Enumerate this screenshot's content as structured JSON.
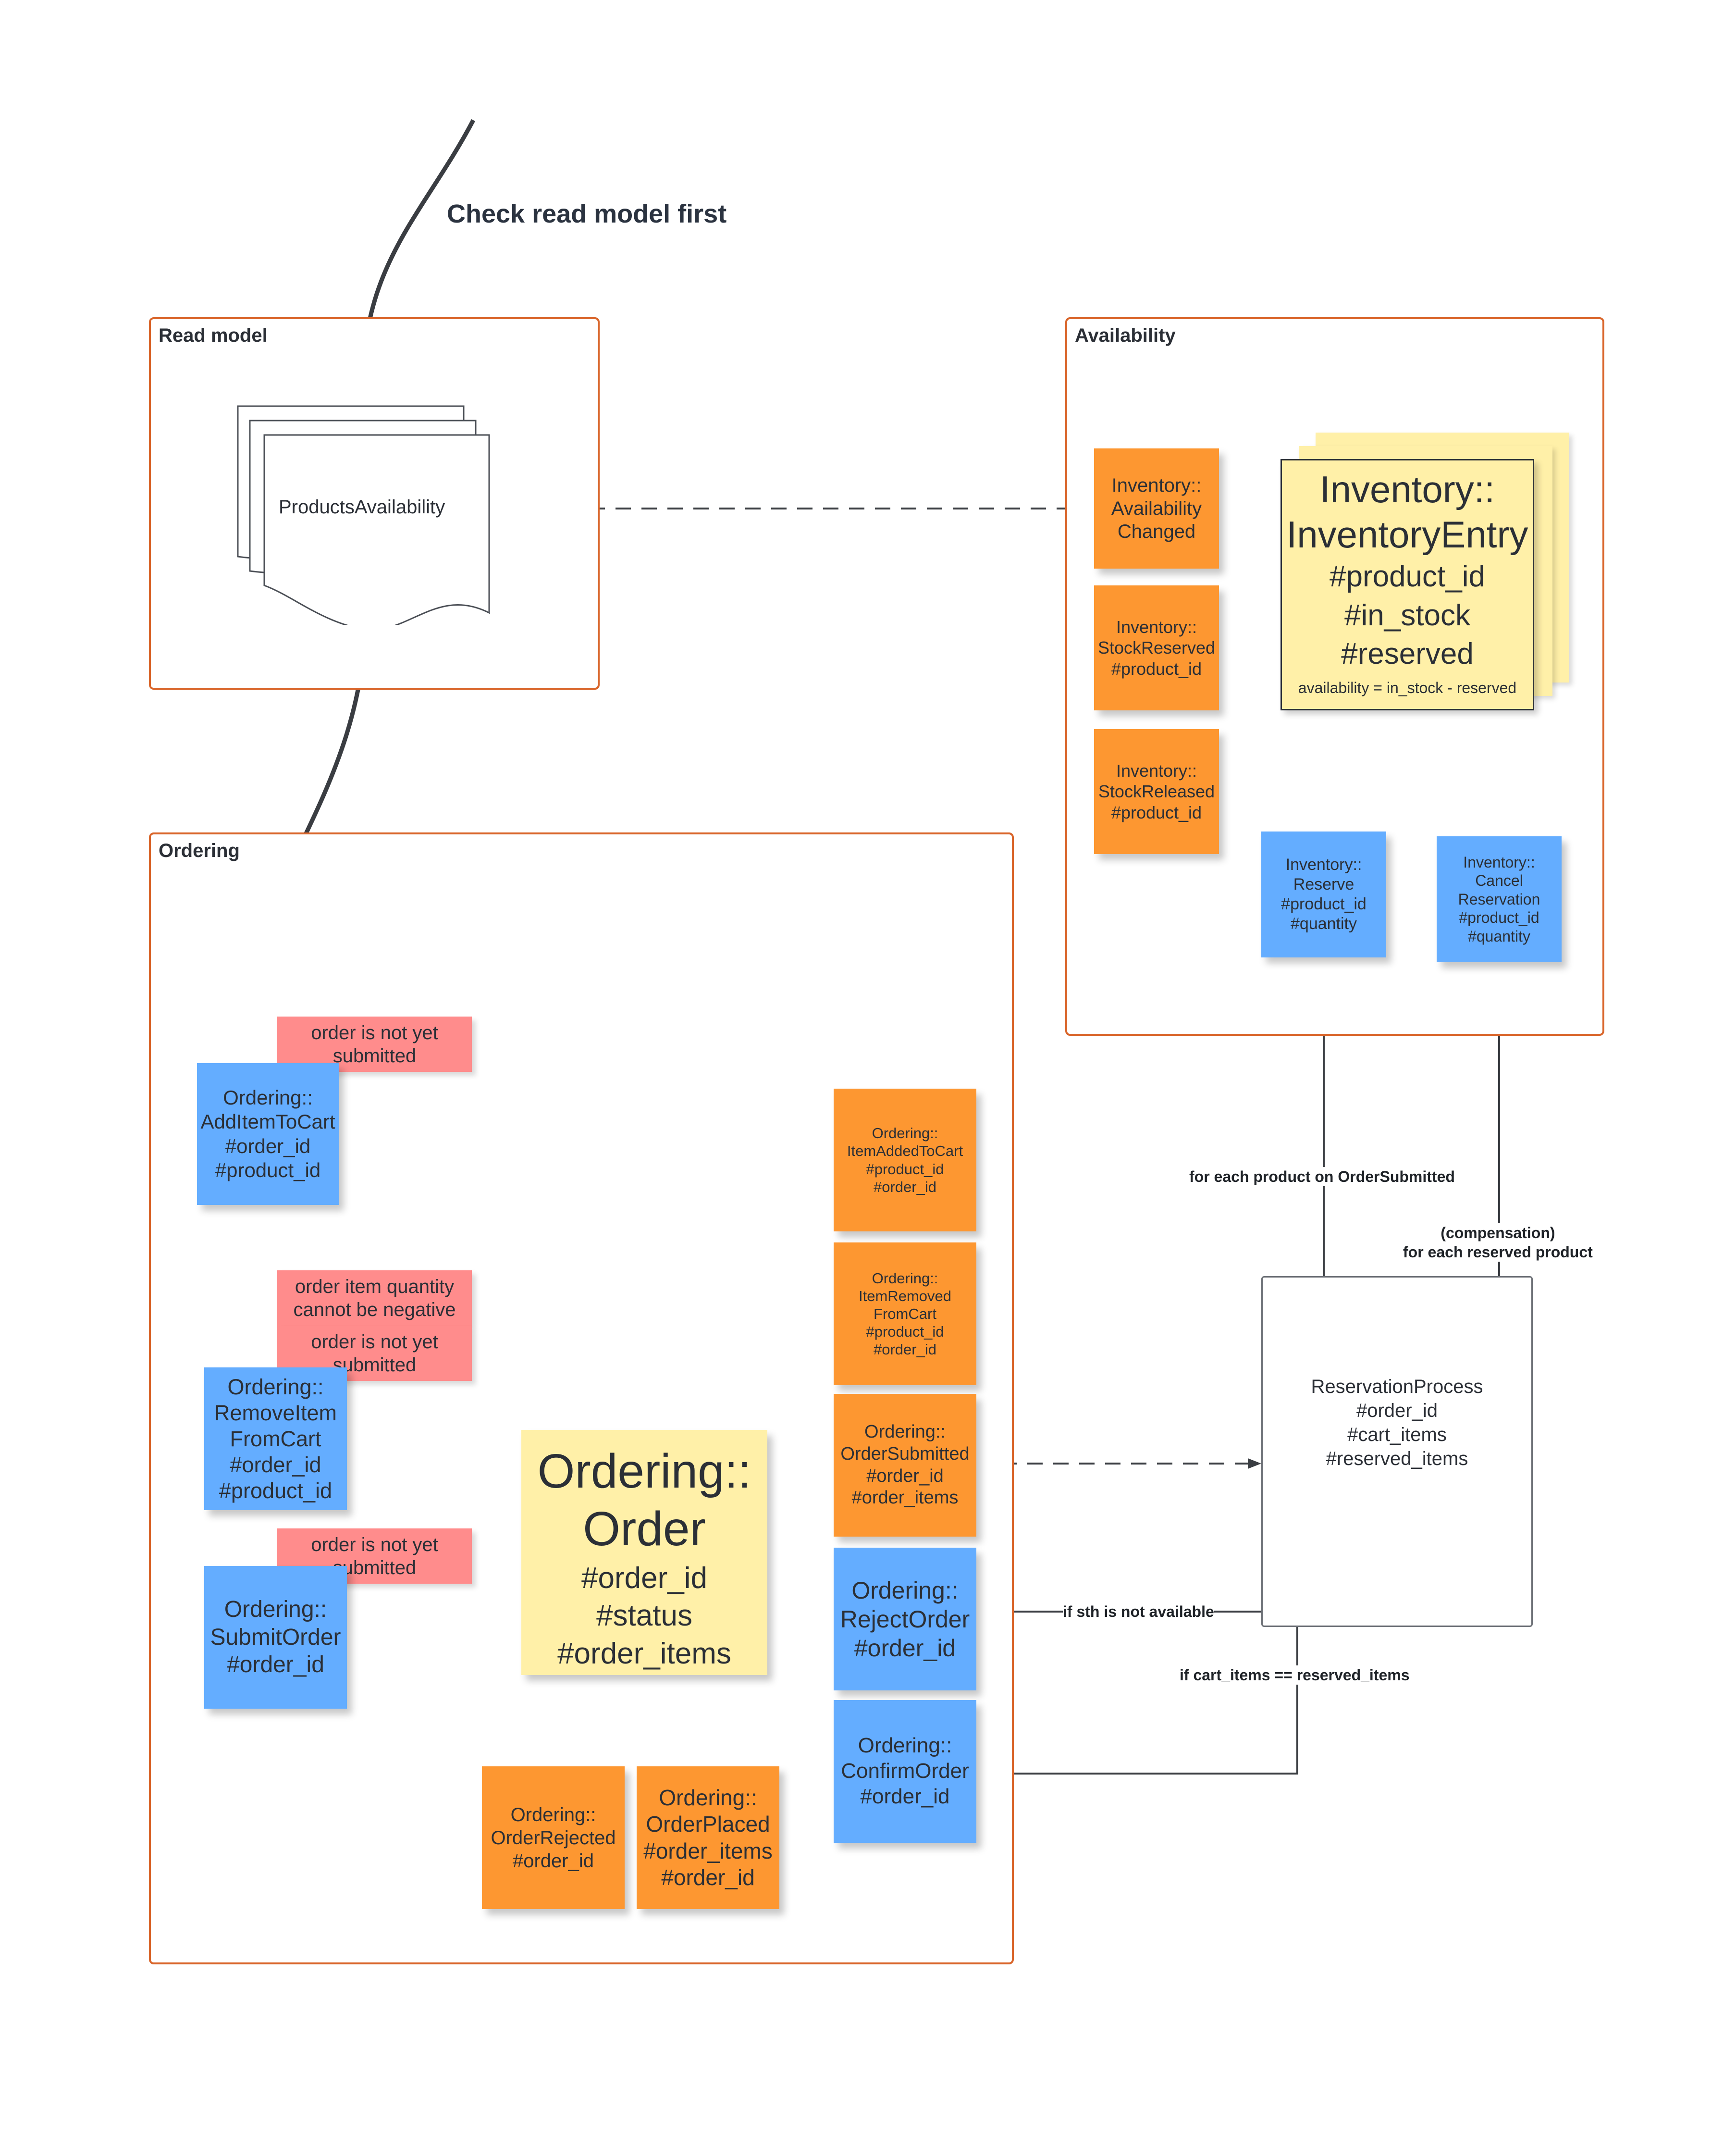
{
  "top_label": "Check read model first",
  "groups": {
    "read_model": "Read model",
    "availability": "Availability",
    "ordering": "Ordering"
  },
  "read_model": {
    "document": "ProductsAvailability"
  },
  "availability": {
    "aggregate": [
      "Inventory::",
      "InventoryEntry",
      "#product_id",
      "#in_stock",
      "#reserved"
    ],
    "aggregate_note": "availability = in_stock - reserved",
    "events": {
      "availability_changed": [
        "Inventory::",
        "Availability",
        "Changed"
      ],
      "stock_reserved": [
        "Inventory::",
        "StockReserved",
        "#product_id"
      ],
      "stock_released": [
        "Inventory::",
        "StockReleased",
        "#product_id"
      ]
    },
    "commands": {
      "reserve": [
        "Inventory::",
        "Reserve",
        "#product_id",
        "#quantity"
      ],
      "cancel_reservation": [
        "Inventory::",
        "Cancel",
        "Reservation",
        "#product_id",
        "#quantity"
      ]
    }
  },
  "ordering": {
    "aggregate": [
      "Ordering::",
      "Order",
      "#order_id",
      "#status",
      "#order_items"
    ],
    "commands": {
      "add_item": [
        "Ordering::",
        "AddItemToCart",
        "#order_id",
        "#product_id"
      ],
      "remove_item": [
        "Ordering::",
        "RemoveItem",
        "FromCart",
        "#order_id",
        "#product_id"
      ],
      "submit_order": [
        "Ordering::",
        "SubmitOrder",
        "#order_id"
      ],
      "reject_order": [
        "Ordering::",
        "RejectOrder",
        "#order_id"
      ],
      "confirm_order": [
        "Ordering::",
        "ConfirmOrder",
        "#order_id"
      ]
    },
    "policies": {
      "add_not_submitted": [
        "order is not yet",
        "submitted"
      ],
      "quantity_not_negative": [
        "order item quantity",
        "cannot be negative"
      ],
      "remove_not_submitted": [
        "order is not yet",
        "submitted"
      ],
      "submit_not_submitted": [
        "order is not yet",
        "submitted"
      ]
    },
    "events": {
      "item_added": [
        "Ordering::",
        "ItemAddedToCart",
        "#product_id",
        "#order_id"
      ],
      "item_removed": [
        "Ordering::",
        "ItemRemoved",
        "FromCart",
        "#product_id",
        "#order_id"
      ],
      "order_submitted": [
        "Ordering::",
        "OrderSubmitted",
        "#order_id",
        "#order_items"
      ],
      "order_rejected": [
        "Ordering::",
        "OrderRejected",
        "#order_id"
      ],
      "order_placed": [
        "Ordering::",
        "OrderPlaced",
        "#order_items",
        "#order_id"
      ]
    }
  },
  "process": {
    "reservation": [
      "ReservationProcess",
      "#order_id",
      "#cart_items",
      "#reserved_items"
    ]
  },
  "edge_labels": {
    "for_each_product": "for each product on OrderSubmitted",
    "compensation": [
      "(compensation)",
      "for each reserved product"
    ],
    "not_available": "if sth is not available",
    "all_reserved": "if cart_items == reserved_items"
  },
  "colors": {
    "command": "#64adff",
    "event": "#fd9731",
    "aggregate": "#fff0a8",
    "policy": "#ff8c8c",
    "group_border": "#d9652a"
  }
}
